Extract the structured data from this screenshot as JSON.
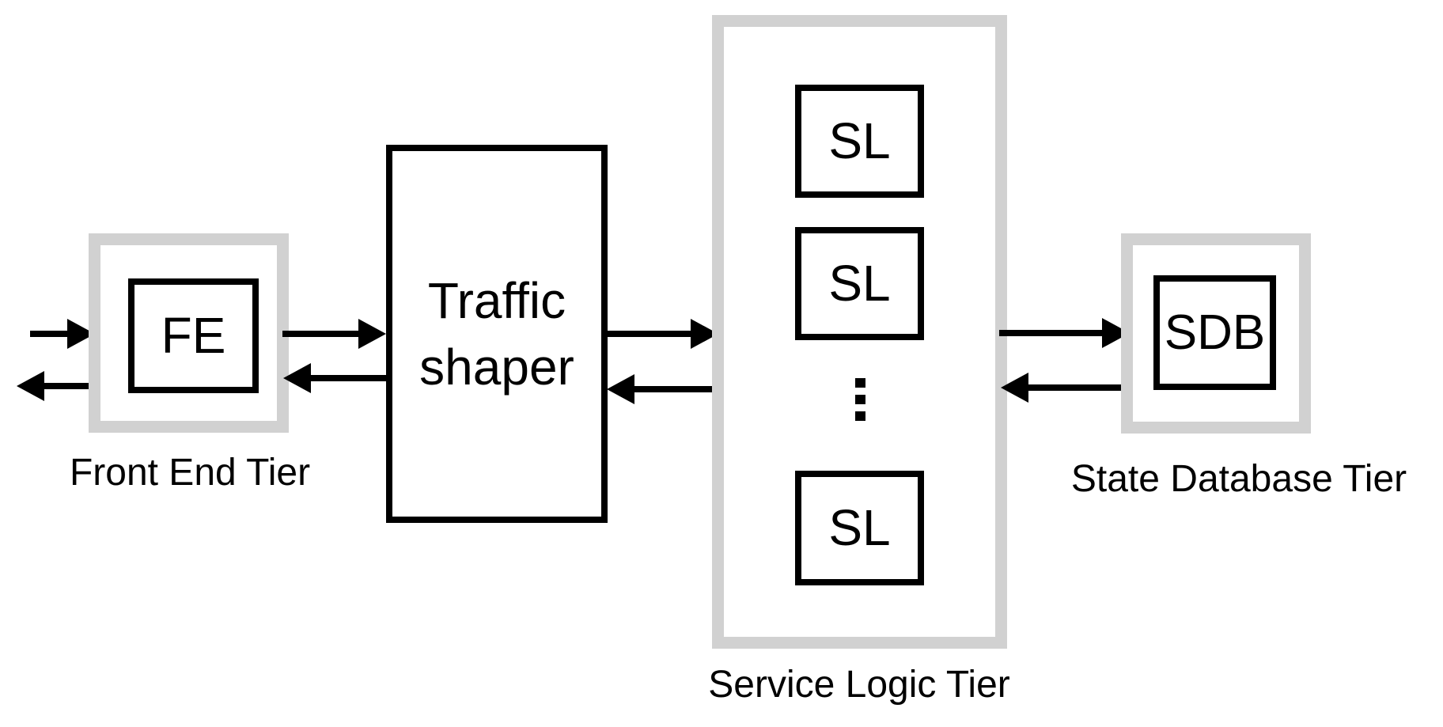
{
  "front_end_tier": {
    "label": "Front End Tier",
    "node_label": "FE"
  },
  "traffic_shaper": {
    "label": "Traffic shaper"
  },
  "service_logic_tier": {
    "label": "Service Logic Tier",
    "node_labels": [
      "SL",
      "SL",
      "SL"
    ]
  },
  "state_database_tier": {
    "label": "State Database Tier",
    "node_label": "SDB"
  },
  "colors": {
    "tier_frame_gray": "#d1d1d1",
    "diagram_black": "#000000",
    "background": "#ffffff"
  }
}
